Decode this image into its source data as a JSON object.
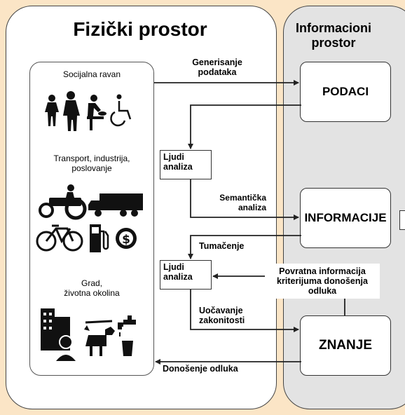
{
  "panels": {
    "physical_title": "Fizički prostor",
    "information_title": "Informacioni\nprostor"
  },
  "categories": {
    "social": "Socijalna ravan",
    "transport": "Transport, industrija,\nposlovanje",
    "city": "Grad,\nživotna okolina"
  },
  "nodes": {
    "data": "PODACI",
    "information": "INFORMACIJE",
    "knowledge": "ZNANJE",
    "people_analysis_1": "Ljudi\nanaliza",
    "people_analysis_2": "Ljudi\nanaliza"
  },
  "edges": {
    "data_generation": "Generisanje\npodataka",
    "semantic_analysis": "Semantička\nanaliza",
    "interpretation": "Tumačenje",
    "pattern_discovery": "Uočavanje\nzakonitosti",
    "decision_making": "Donošenje odluka",
    "feedback": "Povratna informacija\nkriterijuma donošenja\nodluka"
  },
  "icons": [
    "people-icon",
    "parent-child-icon",
    "baby-changing-icon",
    "wheelchair-icon",
    "tractor-icon",
    "truck-icon",
    "bicycle-icon",
    "fuel-pump-icon",
    "dollar-coin-icon",
    "city-person-icon",
    "dog-walker-icon",
    "water-tap-icon"
  ],
  "colors": {
    "background": "#fbe5c6",
    "info_panel": "#e3e3e3",
    "node_fill": "#ffffff",
    "stroke": "#333333"
  }
}
